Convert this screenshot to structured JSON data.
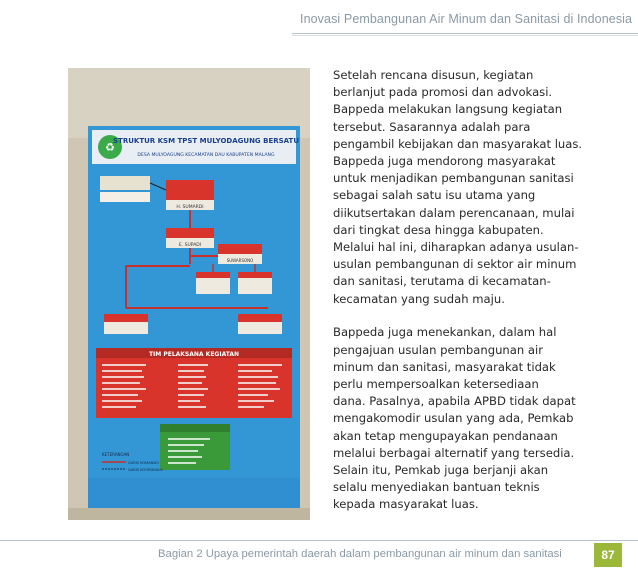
{
  "header": {
    "title": "Inovasi Pembangunan Air Minum dan Sanitasi di Indonesia"
  },
  "photo": {
    "poster_title": "STRUKTUR KSM TPST MULYODAGUNG BERSATU",
    "poster_subtitle": "DESA MULYOAGUNG KECAMATAN DAU KABUPATEN MALANG",
    "boxes": [
      "H. SUMARDI",
      "E. SUPADI",
      "SUWARSONO"
    ],
    "section_title": "TIM PELAKSANA KEGIATAN",
    "legend_title": "KETERANGAN",
    "legend_items": [
      "GARIS KOMANDO",
      "GARIS KOORDINASI"
    ]
  },
  "body": {
    "paragraph1": [
      "Setelah rencana disusun, kegiatan",
      "berlanjut pada promosi dan advokasi.",
      "Bappeda melakukan langsung kegiatan",
      "tersebut. Sasarannya adalah para",
      "pengambil kebijakan dan masyarakat luas.",
      "Bappeda juga mendorong masyarakat",
      "untuk menjadikan pembangunan sanitasi",
      "sebagai salah satu isu utama yang",
      "diikutsertakan dalam perencanaan, mulai",
      "dari tingkat desa hingga kabupaten.",
      "Melalui hal ini, diharapkan adanya usulan-",
      "usulan pembangunan di sektor air minum",
      "dan sanitasi, terutama di kecamatan-",
      "kecamatan yang sudah maju."
    ],
    "paragraph2": [
      "Bappeda juga menekankan, dalam hal",
      "pengajuan usulan pembangunan air",
      "minum dan sanitasi, masyarakat tidak",
      "perlu mempersoalkan ketersediaan",
      "dana. Pasalnya, apabila APBD tidak dapat",
      "mengakomodir usulan yang ada, Pemkab",
      "akan tetap mengupayakan pendanaan",
      "melalui berbagai alternatif yang tersedia.",
      "Selain itu, Pemkab juga berjanji akan",
      "selalu menyediakan bantuan teknis",
      "kepada masyarakat luas."
    ]
  },
  "footer": {
    "text": "Bagian 2 Upaya pemerintah daerah dalam pembangunan air minum dan sanitasi",
    "page_number": "87"
  },
  "colors": {
    "accent_green": "#9bb83a",
    "header_grey": "#8a9aa6",
    "poster_blue": "#2f8fd0",
    "poster_red": "#d9342b"
  }
}
